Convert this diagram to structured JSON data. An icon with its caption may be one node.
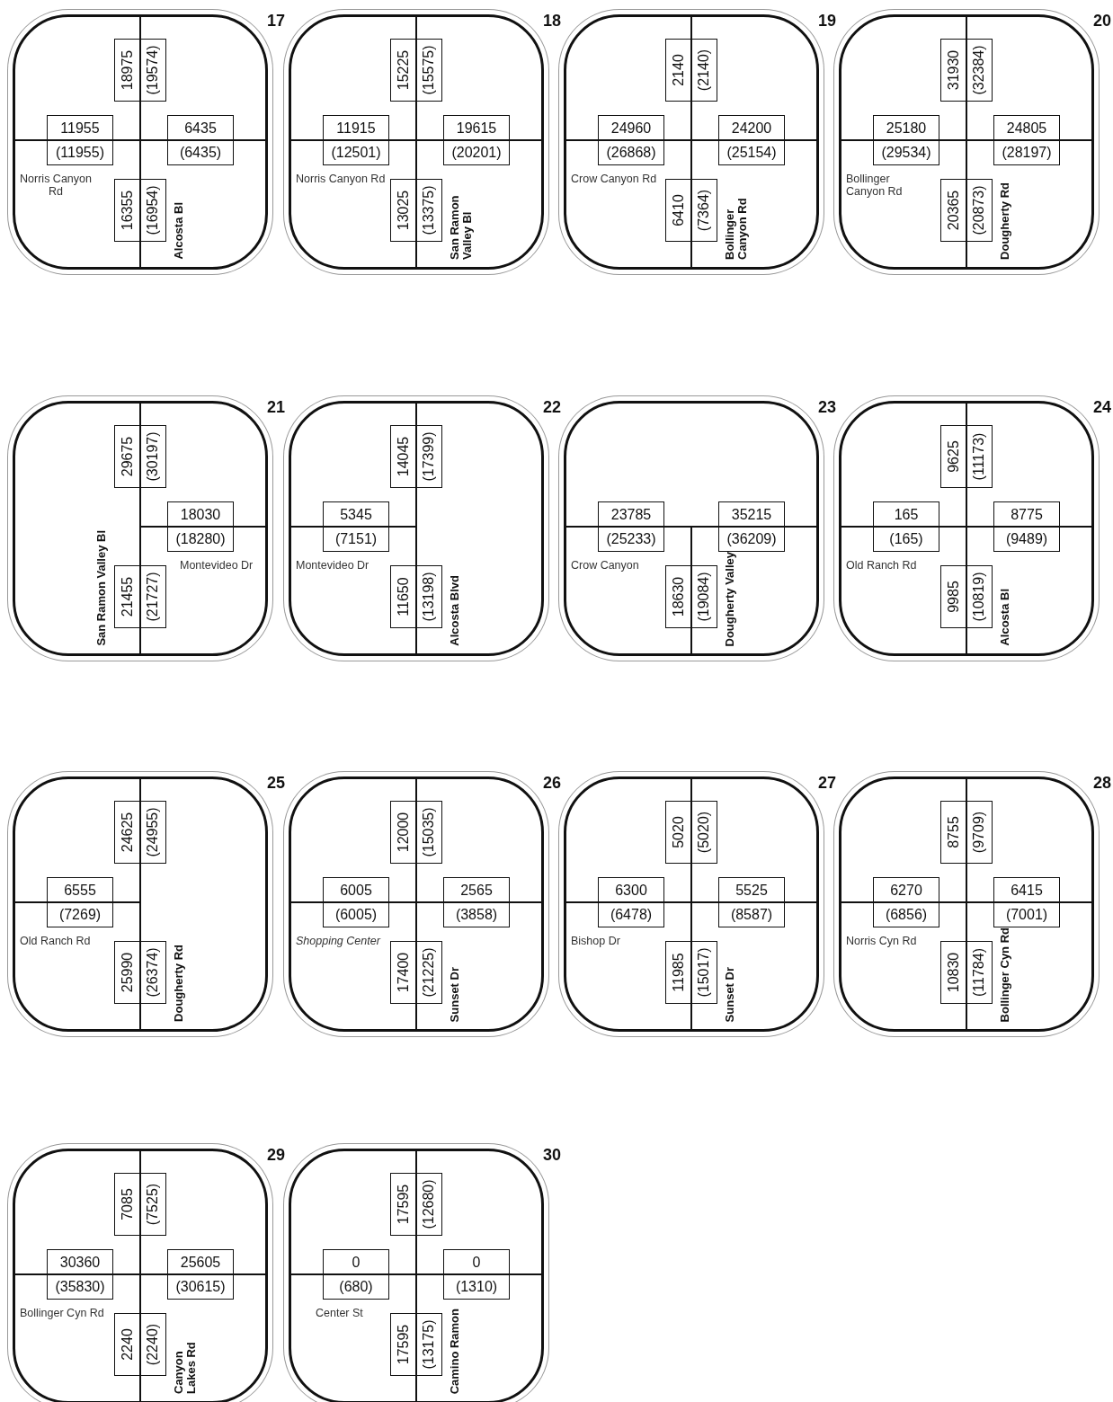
{
  "diagram": {
    "nodes": [
      {
        "text": [
          "17",
          "Norris Canyon Rd",
          "Alcosta Bl"
        ]
      },
      {
        "text": [
          "18975",
          "(19574)"
        ],
        "in": 0
      },
      {
        "text": [
          "11955",
          "(11955)"
        ],
        "in": 0
      },
      {
        "text": [
          "6435",
          "(6435)"
        ],
        "in": 0
      },
      {
        "text": [
          "16355",
          "(16954)"
        ],
        "in": 0
      },
      {
        "text": [
          "18",
          "Norris Canyon Rd",
          "San Ramon Valley Bl"
        ]
      },
      {
        "text": [
          "15225",
          "(15575)"
        ],
        "in": 5
      },
      {
        "text": [
          "11915",
          "(12501)"
        ],
        "in": 5
      },
      {
        "text": [
          "19615",
          "(20201)"
        ],
        "in": 5
      },
      {
        "text": [
          "13025",
          "(13375)"
        ],
        "in": 5
      },
      {
        "text": [
          "19",
          "Crow Canyon Rd",
          "Bollinger Canyon Rd"
        ]
      },
      {
        "text": [
          "2140",
          "(2140)"
        ],
        "in": 10
      },
      {
        "text": [
          "24960",
          "(26868)"
        ],
        "in": 10
      },
      {
        "text": [
          "24200",
          "(25154)"
        ],
        "in": 10
      },
      {
        "text": [
          "6410",
          "(7364)"
        ],
        "in": 10
      },
      {
        "text": [
          "20",
          "Bollinger Canyon Rd",
          "Dougherty Rd"
        ]
      },
      {
        "text": [
          "31930",
          "(32384)"
        ],
        "in": 15
      },
      {
        "text": [
          "25180",
          "(29534)"
        ],
        "in": 15
      },
      {
        "text": [
          "24805",
          "(28197)"
        ],
        "in": 15
      },
      {
        "text": [
          "20365",
          "(20873)"
        ],
        "in": 15
      },
      {
        "text": [
          "21",
          "Montevideo Dr",
          "San Ramon Valley Bl"
        ]
      },
      {
        "text": [
          "29675",
          "(30197)"
        ],
        "in": 20
      },
      {
        "text": [
          "18030",
          "(18280)"
        ],
        "in": 20
      },
      {
        "text": [
          "21455",
          "(21727)"
        ],
        "in": 20
      },
      {
        "text": [
          "22",
          "Montevideo Dr",
          "Alcosta Blvd"
        ]
      },
      {
        "text": [
          "14045",
          "(17399)"
        ],
        "in": 24
      },
      {
        "text": [
          "5345",
          "(7151)"
        ],
        "in": 24
      },
      {
        "text": [
          "11650",
          "(13198)"
        ],
        "in": 24
      },
      {
        "text": [
          "23",
          "Crow Canyon",
          "Dougherty Valley"
        ]
      },
      {
        "text": [
          "23785",
          "(25233)"
        ],
        "in": 28
      },
      {
        "text": [
          "35215",
          "(36209)"
        ],
        "in": 28
      },
      {
        "text": [
          "18630",
          "(19084)"
        ],
        "in": 28
      },
      {
        "text": [
          "24",
          "Old Ranch Rd",
          "Alcosta Bl"
        ]
      },
      {
        "text": [
          "9625",
          "(11173)"
        ],
        "in": 32
      },
      {
        "text": [
          "165",
          "(165)"
        ],
        "in": 32
      },
      {
        "text": [
          "8775",
          "(9489)"
        ],
        "in": 32
      },
      {
        "text": [
          "9985",
          "(10819)"
        ],
        "in": 32
      },
      {
        "text": [
          "25",
          "Old Ranch Rd",
          "Dougherty Rd"
        ]
      },
      {
        "text": [
          "24625",
          "(24955)"
        ],
        "in": 37
      },
      {
        "text": [
          "6555",
          "(7269)"
        ],
        "in": 37
      },
      {
        "text": [
          "25990",
          "(26374)"
        ],
        "in": 37
      },
      {
        "text": [
          "26",
          "Shopping Center",
          "Sunset Dr"
        ]
      },
      {
        "text": [
          "12000",
          "(15035)"
        ],
        "in": 41
      },
      {
        "text": [
          "6005",
          "(6005)"
        ],
        "in": 41
      },
      {
        "text": [
          "2565",
          "(3858)"
        ],
        "in": 41
      },
      {
        "text": [
          "17400",
          "(21225)"
        ],
        "in": 41
      },
      {
        "text": [
          "27",
          "Bishop Dr",
          "Sunset Dr"
        ]
      },
      {
        "text": [
          "5020",
          "(5020)"
        ],
        "in": 46
      },
      {
        "text": [
          "6300",
          "(6478)"
        ],
        "in": 46
      },
      {
        "text": [
          "5525",
          "(8587)"
        ],
        "in": 46
      },
      {
        "text": [
          "11985",
          "(15017)"
        ],
        "in": 46
      },
      {
        "text": [
          "28",
          "Norris Cyn Rd",
          "Bollinger Cyn Rd"
        ]
      },
      {
        "text": [
          "8755",
          "(9709)"
        ],
        "in": 51
      },
      {
        "text": [
          "6270",
          "(6856)"
        ],
        "in": 51
      },
      {
        "text": [
          "6415",
          "(7001)"
        ],
        "in": 51
      },
      {
        "text": [
          "10830",
          "(11784)"
        ],
        "in": 51
      },
      {
        "text": [
          "29",
          "Bollinger Cyn Rd",
          "Canyon Lakes Rd"
        ]
      },
      {
        "text": [
          "7085",
          "(7525)"
        ],
        "in": 56
      },
      {
        "text": [
          "30360",
          "(35830)"
        ],
        "in": 56
      },
      {
        "text": [
          "25605",
          "(30615)"
        ],
        "in": 56
      },
      {
        "text": [
          "2240",
          "(2240)"
        ],
        "in": 56
      },
      {
        "text": [
          "30",
          "Center St",
          "Camino Ramon"
        ]
      },
      {
        "text": [
          "17595",
          "(12680)"
        ],
        "in": 61
      },
      {
        "text": [
          "0",
          "(680)"
        ],
        "in": 61
      },
      {
        "text": [
          "0",
          "(1310)"
        ],
        "in": 61
      },
      {
        "text": [
          "17595",
          "(13175)"
        ],
        "in": 61
      }
    ]
  }
}
